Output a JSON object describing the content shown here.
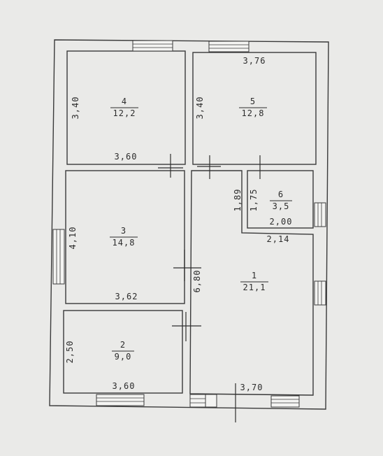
{
  "rooms": [
    {
      "number": "1",
      "area": "21,1"
    },
    {
      "number": "2",
      "area": "9,0"
    },
    {
      "number": "3",
      "area": "14,8"
    },
    {
      "number": "4",
      "area": "12,2"
    },
    {
      "number": "5",
      "area": "12,8"
    },
    {
      "number": "6",
      "area": "3,5"
    }
  ],
  "dimensions": {
    "r5_top": "3,76",
    "r4_side": "3,40",
    "r5_side": "3,40",
    "r4_bottom": "3,60",
    "r3_side": "4,10",
    "r3_bottom": "3,62",
    "r2_side": "2,50",
    "r2_bottom": "3,60",
    "r1_bottom": "3,70",
    "corridor": "6,80",
    "r6_left_outer": "1,89",
    "r6_left_inner": "1,75",
    "r6_bottom": "2,00",
    "r1_top": "2,14"
  }
}
